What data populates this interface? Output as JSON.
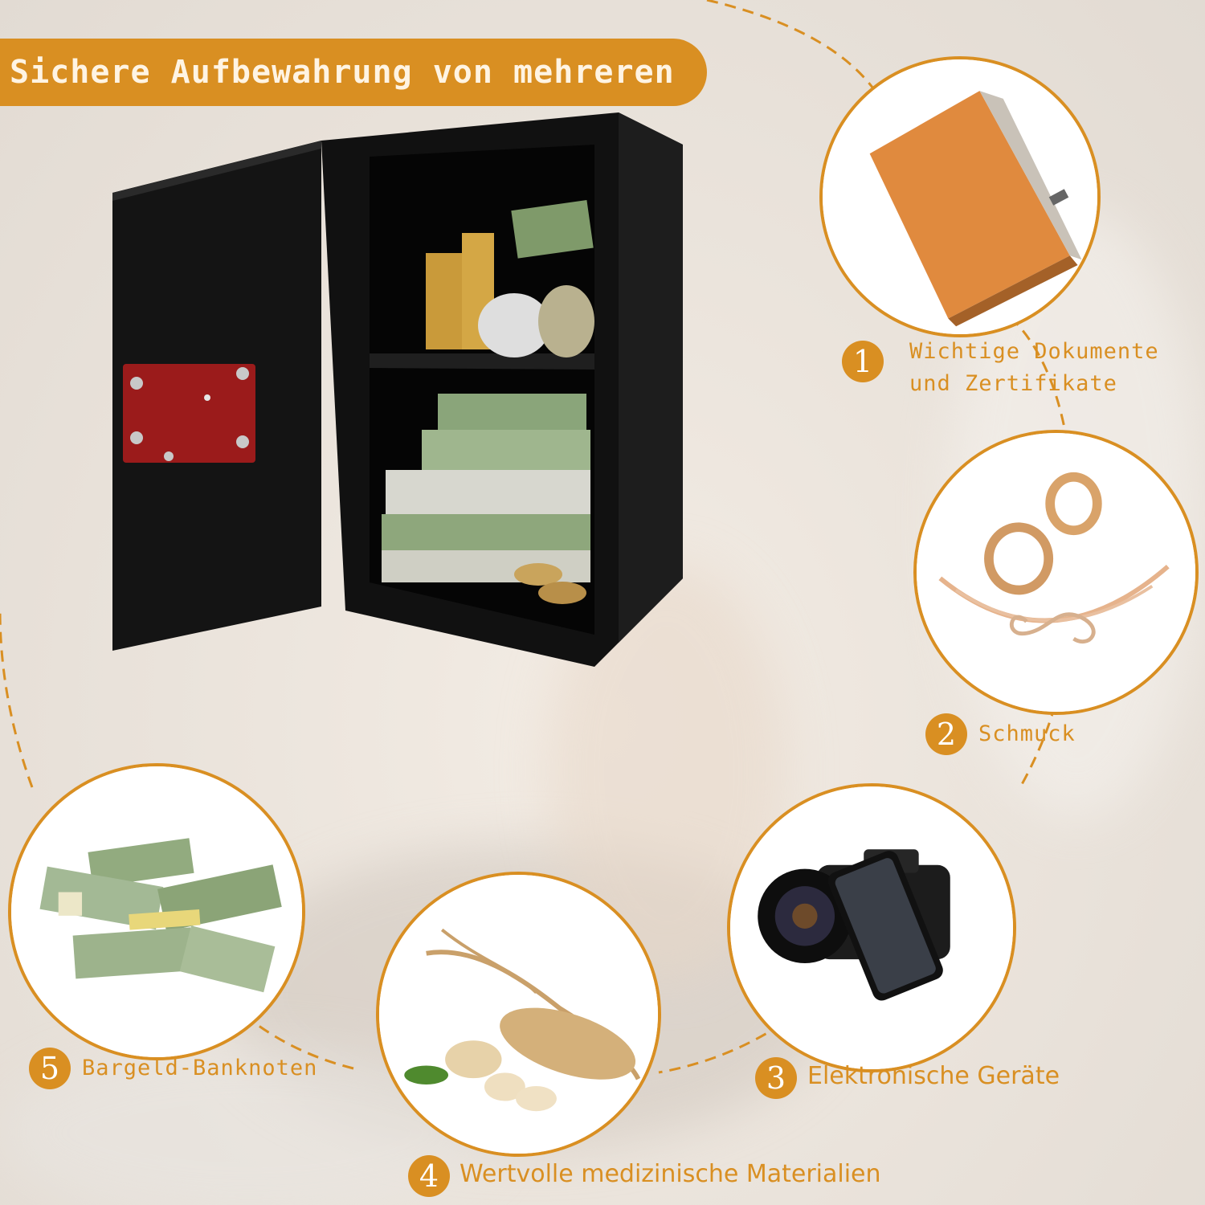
{
  "header": {
    "title": "Sichere Aufbewahrung von mehreren"
  },
  "items": [
    {
      "number": "1",
      "label_line1": "Wichtige Dokumente",
      "label_line2": "und Zertifikate",
      "icon": "document-folder-icon"
    },
    {
      "number": "2",
      "label": "Schmuck",
      "icon": "jewelry-icon"
    },
    {
      "number": "3",
      "label": "Elektronische Geräte",
      "icon": "camera-phone-icon"
    },
    {
      "number": "4",
      "label": "Wertvolle medizinische Materialien",
      "icon": "ginseng-icon"
    },
    {
      "number": "5",
      "label": "Bargeld-Banknoten",
      "icon": "cash-icon"
    }
  ],
  "colors": {
    "accent": "#d98f22",
    "safe_body": "#151515",
    "safe_lock": "#9b1b1b"
  }
}
